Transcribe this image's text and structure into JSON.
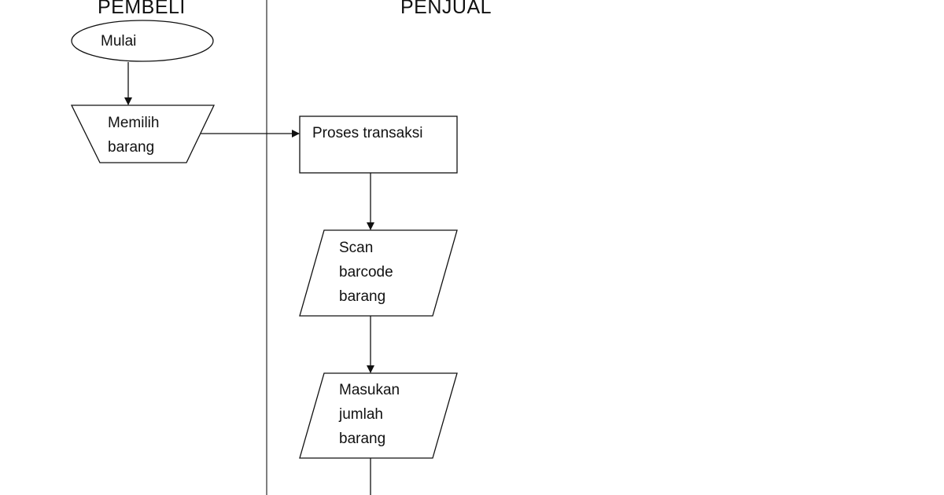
{
  "diagram": {
    "type": "swimlane-flowchart",
    "lanes": [
      {
        "id": "pembeli",
        "title": "PEMBELI"
      },
      {
        "id": "penjual",
        "title": "PENJUAL"
      }
    ],
    "nodes": [
      {
        "id": "start",
        "lane": "pembeli",
        "shape": "ellipse",
        "label": "Mulai"
      },
      {
        "id": "choose",
        "lane": "pembeli",
        "shape": "manual-operation",
        "label": "Memilih\nbarang"
      },
      {
        "id": "process",
        "lane": "penjual",
        "shape": "process",
        "label": "Proses transaksi"
      },
      {
        "id": "scan",
        "lane": "penjual",
        "shape": "input-output",
        "label": "Scan\nbarcode\nbarang"
      },
      {
        "id": "qty",
        "lane": "penjual",
        "shape": "input-output",
        "label": "Masukan\njumlah\nbarang"
      }
    ],
    "edges": [
      {
        "from": "start",
        "to": "choose"
      },
      {
        "from": "choose",
        "to": "process"
      },
      {
        "from": "process",
        "to": "scan"
      },
      {
        "from": "scan",
        "to": "qty"
      },
      {
        "from": "qty",
        "to": "(continues below)"
      }
    ],
    "colors": {
      "stroke": "#111111",
      "divider": "#555555",
      "background": "#ffffff"
    }
  }
}
